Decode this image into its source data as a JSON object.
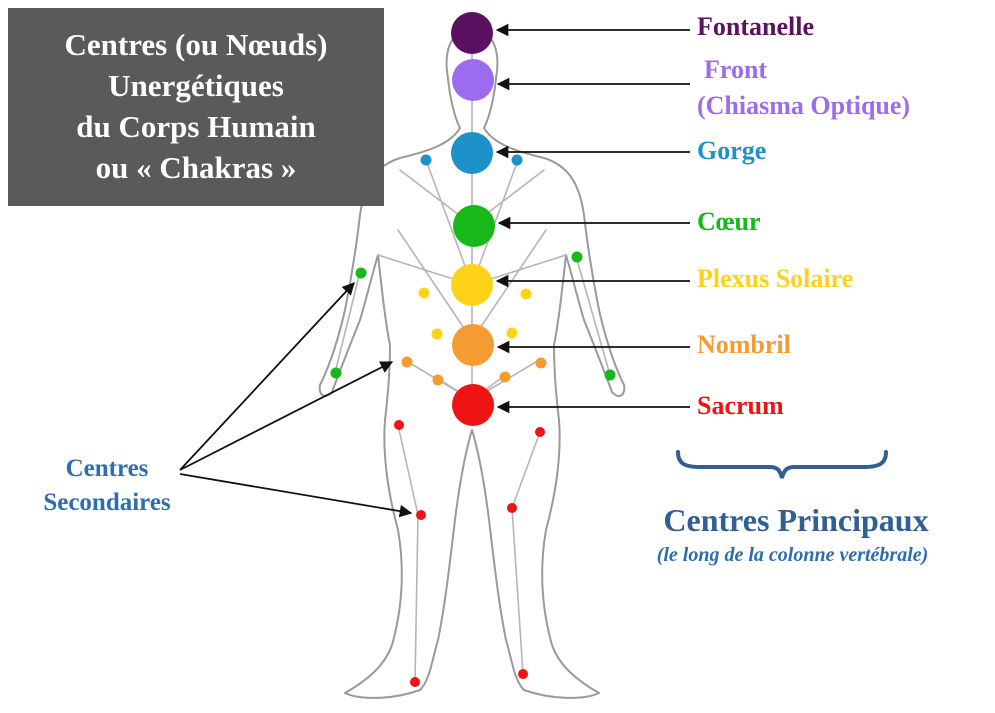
{
  "title_lines": [
    "Centres (ou Nœuds)",
    "Unergétiques",
    "du Corps Humain",
    "ou « Chakras »"
  ],
  "principal_centres": [
    {
      "label": "Fontanelle",
      "color": "#5b1060"
    },
    {
      "label": "Front",
      "label2": "(Chiasma Optique)",
      "color": "#9b6cf0"
    },
    {
      "label": "Gorge",
      "color": "#1d92c9"
    },
    {
      "label": "Cœur",
      "color": "#18b81a"
    },
    {
      "label": "Plexus Solaire",
      "color": "#ffd21a"
    },
    {
      "label": "Nombril",
      "color": "#f49b32"
    },
    {
      "label": "Sacrum",
      "color": "#ee1414"
    }
  ],
  "secondary": {
    "line1": "Centres",
    "line2": "Secondaires",
    "color": "#2e6db0"
  },
  "principal_group": {
    "title": "Centres Principaux",
    "subtitle": "(le long de la colonne vertébrale)",
    "color": "#2f5f93"
  }
}
